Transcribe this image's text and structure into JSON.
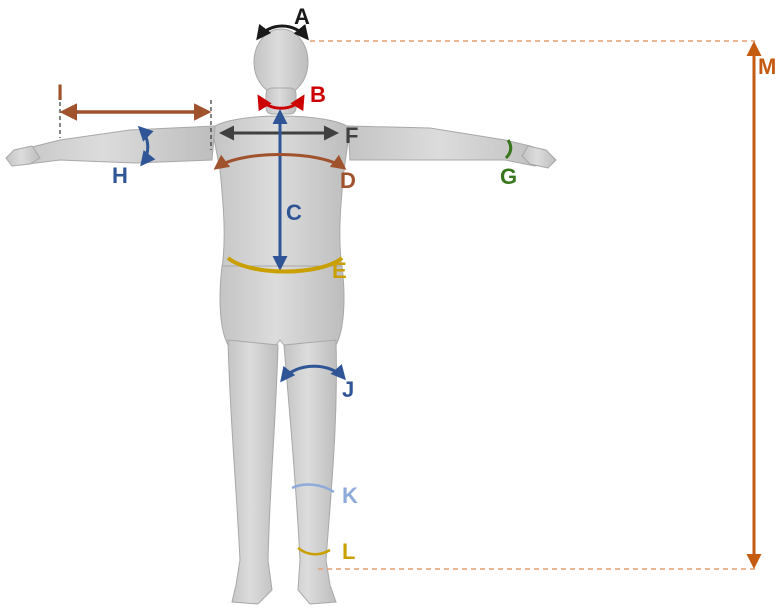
{
  "figure": {
    "labels": [
      {
        "id": "A",
        "color": "#1a1a1a"
      },
      {
        "id": "B",
        "color": "#cc0000"
      },
      {
        "id": "C",
        "color": "#2f5597"
      },
      {
        "id": "D",
        "color": "#a0522d"
      },
      {
        "id": "E",
        "color": "#c9a000"
      },
      {
        "id": "F",
        "color": "#404040"
      },
      {
        "id": "G",
        "color": "#38761d"
      },
      {
        "id": "H",
        "color": "#2f5597"
      },
      {
        "id": "I",
        "color": "#a0522d"
      },
      {
        "id": "J",
        "color": "#2f5597"
      },
      {
        "id": "K",
        "color": "#8eaadb"
      },
      {
        "id": "L",
        "color": "#c9a000"
      },
      {
        "id": "M",
        "color": "#c55a11"
      }
    ]
  }
}
